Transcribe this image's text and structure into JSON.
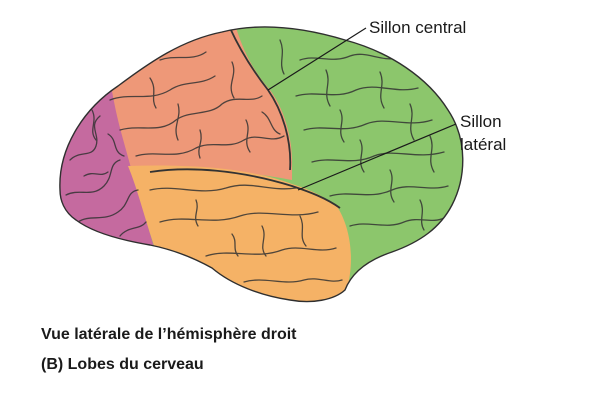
{
  "labels": {
    "central_sulcus": "Sillon central",
    "lateral_sulcus_line1": "Sillon",
    "lateral_sulcus_line2": "latéral"
  },
  "caption": {
    "line1": "Vue latérale de l’hémisphère droit",
    "line2": "(B) Lobes du cerveau"
  },
  "colors": {
    "frontal_lobe": "#8cc66c",
    "parietal_lobe": "#ee9878",
    "temporal_lobe": "#f5b266",
    "occipital_lobe": "#c56a9f",
    "gyri_lines": "#333333",
    "text": "#1a1a1a"
  }
}
